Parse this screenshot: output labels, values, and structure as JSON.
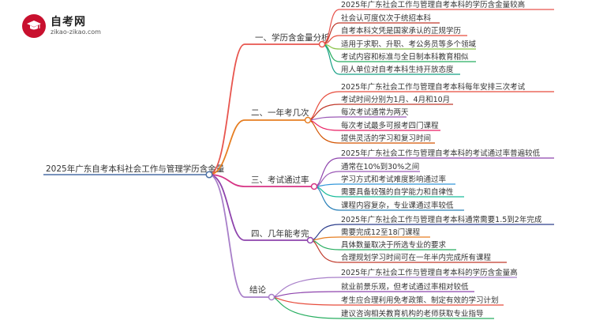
{
  "logo": {
    "title": "自考网",
    "subtitle": "zikao-zikao.com"
  },
  "root": {
    "label": "2025年广东自考本科社会工作与管理学历含金量"
  },
  "branches": [
    {
      "label": "一、学历含金量分析",
      "color": "#e8554e",
      "leaves": [
        {
          "text": "2025年广东社会工作与管理自考本科的学历含金量较高",
          "color": "#e8554e"
        },
        {
          "text": "社会认可度仅次于统招本科",
          "color": "#c0392b"
        },
        {
          "text": "自考本科文凭是国家承认的正规学历",
          "color": "#e74c3c"
        },
        {
          "text": "适用于求职、升职、考公务员等多个领域",
          "color": "#8bc34a"
        },
        {
          "text": "考试内容和标准与全日制本科教育相似",
          "color": "#27ae60"
        },
        {
          "text": "用人单位对自考本科生持开放态度",
          "color": "#16a085"
        }
      ]
    },
    {
      "label": "二、一年考几次",
      "color": "#e67e22",
      "leaves": [
        {
          "text": "2025年广东社会工作与管理自考本科每年安排三次考试",
          "color": "#e74c3c"
        },
        {
          "text": "考试时间分别为1月、4月和10月",
          "color": "#c0392b"
        },
        {
          "text": "每次考试通常为两天",
          "color": "#9b59b6"
        },
        {
          "text": "每次考试最多可报考四门课程",
          "color": "#e91e63"
        },
        {
          "text": "提供灵活的学习和复习时间",
          "color": "#d35400"
        }
      ]
    },
    {
      "label": "三、考试通过率",
      "color": "#d63384",
      "leaves": [
        {
          "text": "2025年广东社会工作与管理自考本科的考试通过率普遍较低",
          "color": "#8e44ad"
        },
        {
          "text": "通常在10%到30%之间",
          "color": "#9b59b6"
        },
        {
          "text": "学习方式和考试难度影响通过率",
          "color": "#3498db"
        },
        {
          "text": "需要具备较强的自学能力和自律性",
          "color": "#1abc9c"
        },
        {
          "text": "课程内容复杂，专业课通过率较低",
          "color": "#2980b9"
        }
      ]
    },
    {
      "label": "四、几年能考完",
      "color": "#8e44ad",
      "leaves": [
        {
          "text": "2025年广东社会工作与管理自考本科通常需要1.5到2年完成",
          "color": "#2c3e8c"
        },
        {
          "text": "需要完成12至18门课程",
          "color": "#e67e22"
        },
        {
          "text": "具体数量取决于所选专业的要求",
          "color": "#27ae60"
        },
        {
          "text": "合理规划学习时间可在一年半内完成所有课程",
          "color": "#c0392b"
        }
      ]
    },
    {
      "label": "结论",
      "color": "#a87fc9",
      "leaves": [
        {
          "text": "2025年广东社会工作与管理自考本科的学历含金量高",
          "color": "#a87fc9"
        },
        {
          "text": "就业前景乐观，但考试通过率相对较低",
          "color": "#8e44ad"
        },
        {
          "text": "考生应合理利用免考政策、制定有效的学习计划",
          "color": "#e74c3c"
        },
        {
          "text": "建议咨询相关教育机构的老师获取专业指导",
          "color": "#27ae60"
        }
      ]
    }
  ]
}
